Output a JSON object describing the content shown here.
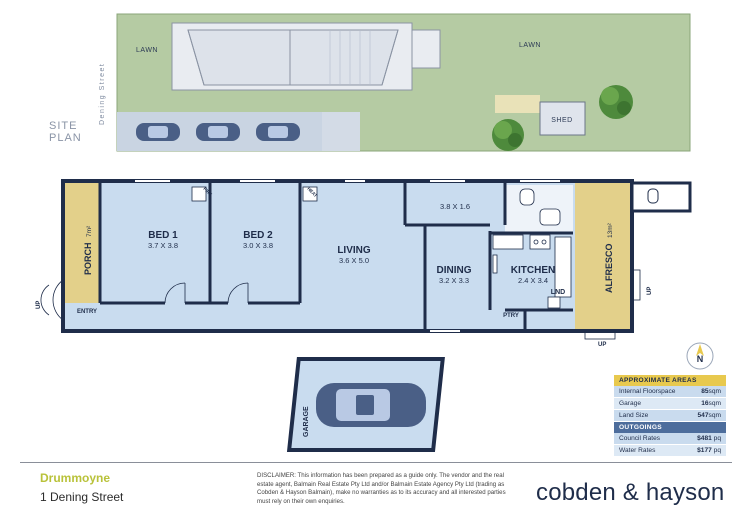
{
  "site": {
    "street_label": "Dening Street",
    "title_line1": "SITE",
    "title_line2": "PLAN",
    "lawn_left": "LAWN",
    "lawn_right": "LAWN",
    "shed": "SHED"
  },
  "rooms": {
    "bed1": {
      "name": "BED 1",
      "dims": "3.7 X 3.8"
    },
    "bed2": {
      "name": "BED 2",
      "dims": "3.0 X 3.8"
    },
    "living": {
      "name": "LIVING",
      "dims": "3.6 X 5.0"
    },
    "dining": {
      "name": "DINING",
      "dims": "3.2 X 3.3"
    },
    "kitchen": {
      "name": "KITCHEN",
      "dims": "2.4 X 3.4"
    },
    "bath_dims": "3.8 X 1.6",
    "porch": "PORCH",
    "porch_area": "7m²",
    "alfresco": "ALFRESCO",
    "alfresco_area": "13m²",
    "entry": "ENTRY",
    "lnd": "LND",
    "ptry": "PTRY",
    "fire": "FIRE",
    "heat": "HEAT",
    "up1": "UP",
    "up2": "UP",
    "up3": "UP",
    "garage": "GARAGE"
  },
  "areas": {
    "header": "APPROXIMATE AREAS",
    "rows": [
      {
        "label": "Internal Floorspace",
        "value": "85",
        "unit": "sqm"
      },
      {
        "label": "Garage",
        "value": "16",
        "unit": "sqm"
      },
      {
        "label": "Land Size",
        "value": "547",
        "unit": "sqm"
      }
    ],
    "outgoings_header": "OUTGOINGS",
    "outgoings": [
      {
        "label": "Council Rates",
        "value": "$481",
        "unit": "pq"
      },
      {
        "label": "Water Rates",
        "value": "$177",
        "unit": "pq"
      }
    ]
  },
  "footer": {
    "suburb": "Drummoyne",
    "street": "1 Dening Street",
    "disclaimer": "DISCLAIMER: This information has been prepared as a guide only. The vendor and the real estate agent, Balmain Real Estate Pty Ltd and/or Balmain Estate Agency Pty Ltd (trading as Cobden & Hayson Balmain), make no warranties as to its accuracy and all interested parties must rely on their own enquiries.",
    "brand": "cobden & hayson"
  },
  "colors": {
    "lawn": "#b5cba3",
    "floor": "#c9dcef",
    "wall": "#1f2d4a",
    "porch": "#e3d08a",
    "accent": "#e8c94e"
  }
}
